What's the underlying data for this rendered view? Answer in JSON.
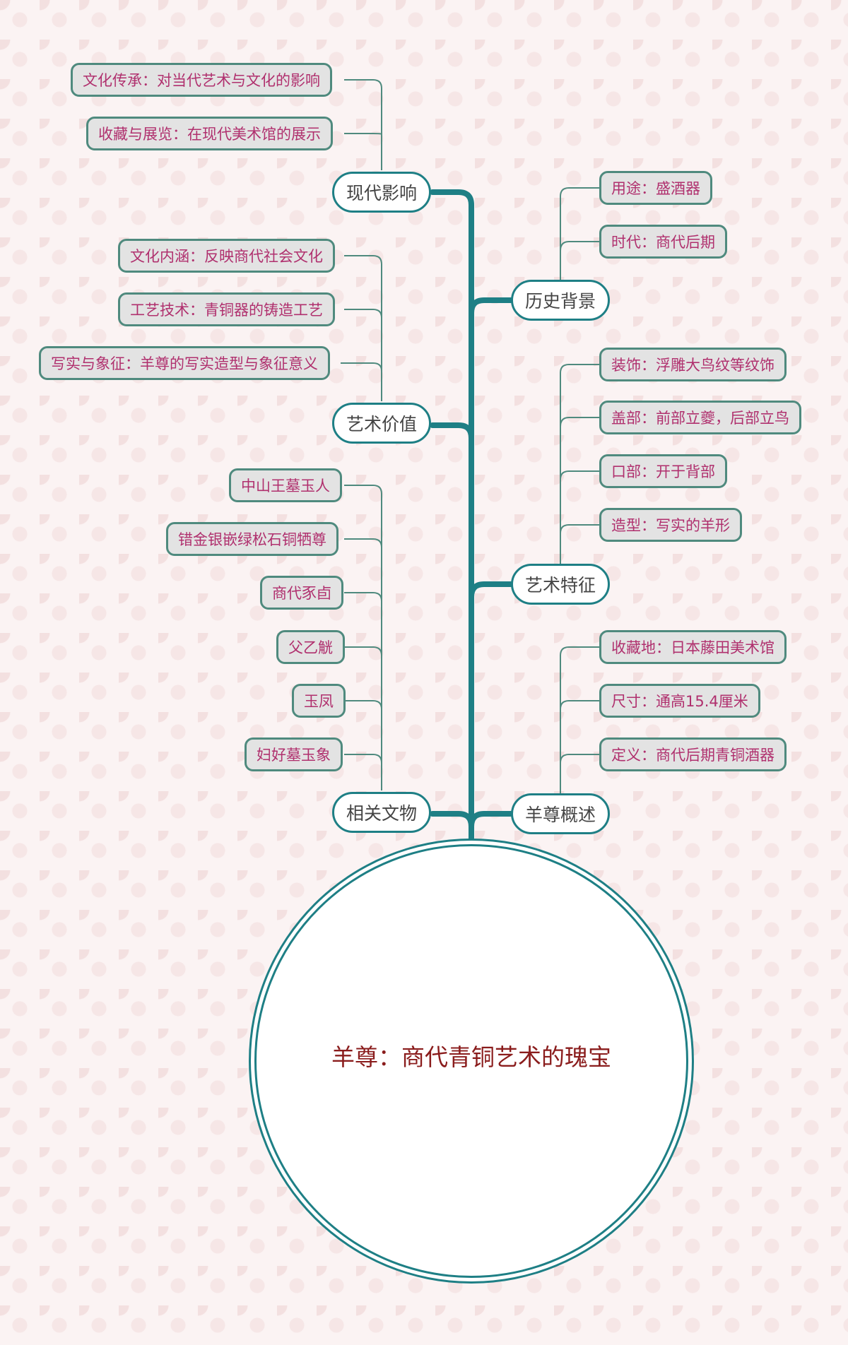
{
  "root": {
    "title": "羊尊：商代青铜艺术的瑰宝"
  },
  "branches": {
    "modern_influence": {
      "label": "现代影响",
      "items": [
        "文化传承：对当代艺术与文化的影响",
        "收藏与展览：在现代美术馆的展示"
      ]
    },
    "historical_background": {
      "label": "历史背景",
      "items": [
        "用途：盛酒器",
        "时代：商代后期"
      ]
    },
    "artistic_value": {
      "label": "艺术价值",
      "items": [
        "文化内涵：反映商代社会文化",
        "工艺技术：青铜器的铸造工艺",
        "写实与象征：羊尊的写实造型与象征意义"
      ]
    },
    "artistic_features": {
      "label": "艺术特征",
      "items": [
        "装饰：浮雕大鸟纹等纹饰",
        "盖部：前部立夔，后部立鸟",
        "口部：开于背部",
        "造型：写实的羊形"
      ]
    },
    "related_relics": {
      "label": "相关文物",
      "items": [
        "中山王墓玉人",
        "错金银嵌绿松石铜牺尊",
        "商代豕卣",
        "父乙觥",
        "玉凤",
        "妇好墓玉象"
      ]
    },
    "overview": {
      "label": "羊尊概述",
      "items": [
        "收藏地：日本藤田美术馆",
        "尺寸：通高15.4厘米",
        "定义：商代后期青铜酒器"
      ]
    }
  },
  "colors": {
    "trunk": "#1e7f85",
    "leaf_text": "#b0306e",
    "leaf_border": "#4f8a7e",
    "root_text": "#8a1c1c"
  }
}
